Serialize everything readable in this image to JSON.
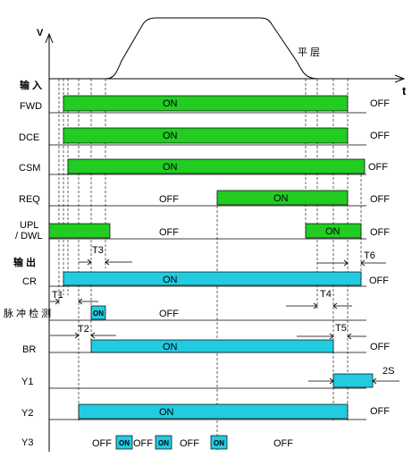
{
  "axes": {
    "y_label": "V",
    "x_label": "t"
  },
  "curve_label": "平 层",
  "sections": {
    "input": "输 入",
    "output": "输 出"
  },
  "signals": [
    {
      "id": "fwd",
      "label": "FWD",
      "on": "ON",
      "off": "OFF"
    },
    {
      "id": "dce",
      "label": "DCE",
      "on": "ON",
      "off": "OFF"
    },
    {
      "id": "csm",
      "label": "CSM",
      "on": "ON",
      "off": "OFF"
    },
    {
      "id": "req",
      "label": "REQ",
      "off_before": "OFF",
      "on": "ON",
      "off": "OFF"
    },
    {
      "id": "upl",
      "label_line1": "UPL",
      "label_line2": "/ DWL",
      "off_mid": "OFF",
      "on": "ON",
      "off": "OFF"
    },
    {
      "id": "cr",
      "label": "CR",
      "on": "ON",
      "off": "OFF"
    },
    {
      "id": "pulse",
      "label": "脉 冲 检 测",
      "on": "ON",
      "off": "OFF"
    },
    {
      "id": "br",
      "label": "BR",
      "on": "ON",
      "off": "OFF"
    },
    {
      "id": "y1",
      "label": "Y1",
      "duration": "2S"
    },
    {
      "id": "y2",
      "label": "Y2",
      "on": "ON",
      "off": "OFF"
    },
    {
      "id": "y3",
      "label": "Y3",
      "states": [
        "OFF",
        "ON",
        "OFF",
        "ON",
        "OFF",
        "ON",
        "OFF"
      ]
    }
  ],
  "timings": [
    "T1",
    "T2",
    "T3",
    "T4",
    "T5",
    "T6"
  ],
  "colors": {
    "input_on": "#22cc22",
    "output_on": "#22cbe0"
  }
}
